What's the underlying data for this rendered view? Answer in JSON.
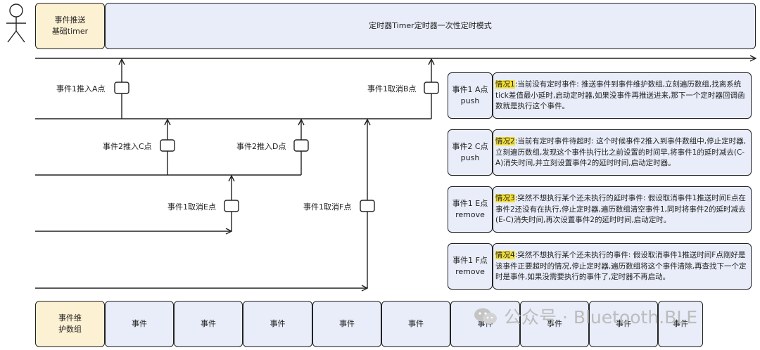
{
  "header": {
    "label_box": "事件推送\n基础timer",
    "title": "定时器Timer定时器一次性定时模式"
  },
  "events": {
    "e1_push_a": "事件1推入A点",
    "e1_cancel_b": "事件1取消B点",
    "e2_push_c": "事件2推入C点",
    "e2_push_d": "事件2推入D点",
    "e1_cancel_e": "事件1取消E点",
    "e1_cancel_f": "事件1取消F点"
  },
  "cases": [
    {
      "tag": "事件1 A点\npush",
      "highlight": "情况1",
      "text": ":当前没有定时事件: 推送事件到事件维护数组,立刻遍历数组,找离系统tick差值最小延时,启动定时器,如果没事件再推送进来,那下一个定时器回调函数就是执行这个事件。"
    },
    {
      "tag": "事件2 C点\npush",
      "highlight": "情况2",
      "text": ":当前有定时事件待超时: 这个时候事件2推入到事件数组中,停止定时器,立刻遍历数组,发现这个事件执行比之前设置的时间早,将事件1的延时减去(C-A)消失时间,并立刻设置事件2的延时时间,启动定时器。"
    },
    {
      "tag": "事件1 E点\nremove",
      "highlight": "情况3",
      "text": ":突然不想执行某个还未执行的延时事件: 假设取消事件1推送时间E点在事件2还没有在执行,停止定时器,遍历数组清空事件1,同时将事件2的延时减去(E-C)消失时间,再次设置事件2的延时时间,启动定时。"
    },
    {
      "tag": "事件1 F点\nremove",
      "highlight": "情况4",
      "text": ":突然不想执行某个还未执行的事件: 假设取消事件1推送时间F点刚好是该事件正要超时的情况,停止定时器,遍历数组将这个事件清除,再查找下一个定时是事件,如果没需要执行的事件了,定时器不再启动。"
    }
  ],
  "array": {
    "label_box": "事件维\n护数组",
    "cells": [
      "事件",
      "事件",
      "事件",
      "事件",
      "事件",
      "事件",
      "事件",
      "事件",
      "事件"
    ]
  },
  "watermark": "公众号 · Bluetooth.BLE"
}
